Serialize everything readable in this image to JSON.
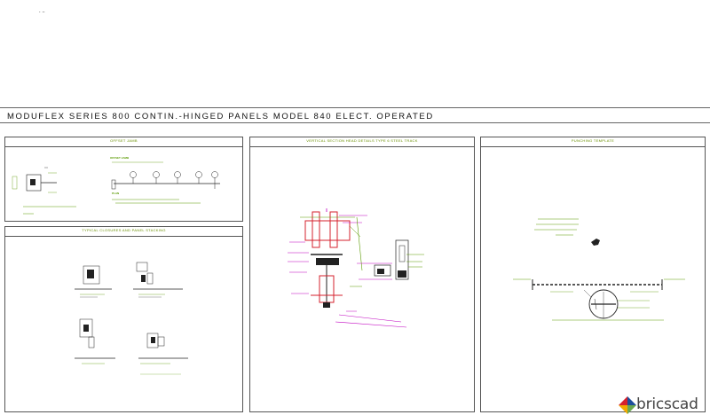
{
  "sheet": {
    "title": "MODUFLEX SERIES 800  CONTIN.-HINGED PANELS MODEL 840 ELECT. OPERATED",
    "corner_marks": ". .."
  },
  "panels": {
    "offset_jamb": {
      "title": "OFFSET JAMB",
      "subtitle": "OFFSET JAMB",
      "plan_label": "PLAN"
    },
    "typical_closures": {
      "title": "TYPICAL CLOSURES AND PANEL STACKING"
    },
    "vertical_section": {
      "title": "VERTICAL SECTION  HEAD DETAILS TYPE 6 STEEL TRACK"
    },
    "punching_template": {
      "title": "PUNCHING TEMPLATE"
    }
  },
  "branding": {
    "logo_name": "bricscad",
    "logo_colors": [
      "#d6202c",
      "#1c4f9c",
      "#f2a900",
      "#6aa84f"
    ]
  }
}
